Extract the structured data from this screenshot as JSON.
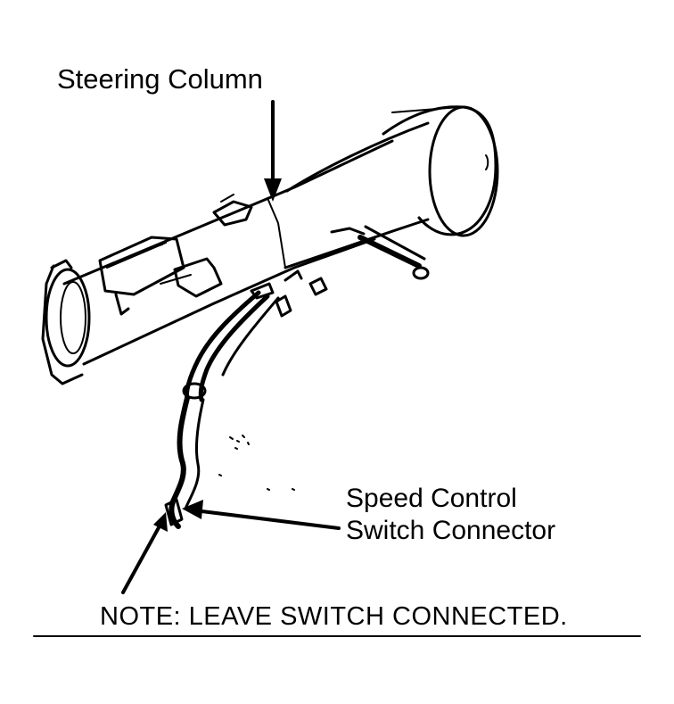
{
  "labels": {
    "steering_column": "Steering Column",
    "connector_line1": "Speed Control",
    "connector_line2": "Switch Connector",
    "note": "NOTE: LEAVE SWITCH CONNECTED."
  },
  "colors": {
    "ink": "#000000",
    "paper": "#ffffff"
  }
}
